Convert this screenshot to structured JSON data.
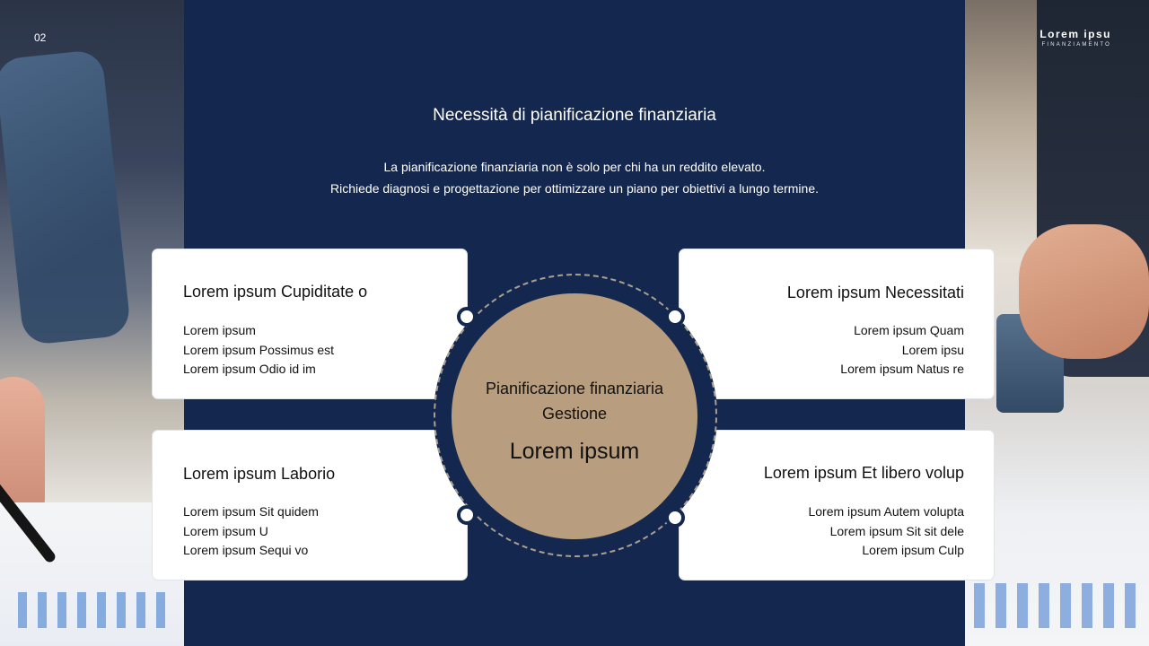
{
  "slide": {
    "page_number": "02",
    "brand": {
      "name": "Lorem ipsu",
      "subtitle": "FINANZIAMENTO"
    },
    "title": "Necessità di pianificazione finanziaria",
    "description": [
      "La pianificazione finanziaria non è solo per chi ha un reddito elevato.",
      "Richiede diagnosi e progettazione per ottimizzare un piano per obiettivi a lungo termine."
    ]
  },
  "center": {
    "line1": "Pianificazione finanziaria",
    "line2": "Gestione",
    "big": "Lorem ipsum"
  },
  "cards": {
    "top_left": {
      "title": "Lorem ipsum Cupiditate o",
      "items": [
        "Lorem ipsum",
        "Lorem ipsum Possimus est",
        "Lorem ipsum Odio id im"
      ]
    },
    "top_right": {
      "title": "Lorem ipsum Necessitati",
      "items": [
        "Lorem ipsum Quam",
        "Lorem ipsu",
        "Lorem ipsum Natus re"
      ]
    },
    "bottom_left": {
      "title": "Lorem ipsum Laborio",
      "items": [
        "Lorem ipsum Sit quidem",
        "Lorem ipsum U",
        "Lorem ipsum Sequi vo"
      ]
    },
    "bottom_right": {
      "title": "Lorem ipsum Et libero volup",
      "items": [
        "Lorem ipsum Autem volupta",
        "Lorem ipsum Sit sit dele",
        "Lorem ipsum Culp"
      ]
    }
  },
  "colors": {
    "navy": "#13274f",
    "gold": "#b89e7e",
    "white": "#ffffff"
  },
  "images": [
    "business-meeting-photo-left",
    "business-meeting-photo-right"
  ]
}
